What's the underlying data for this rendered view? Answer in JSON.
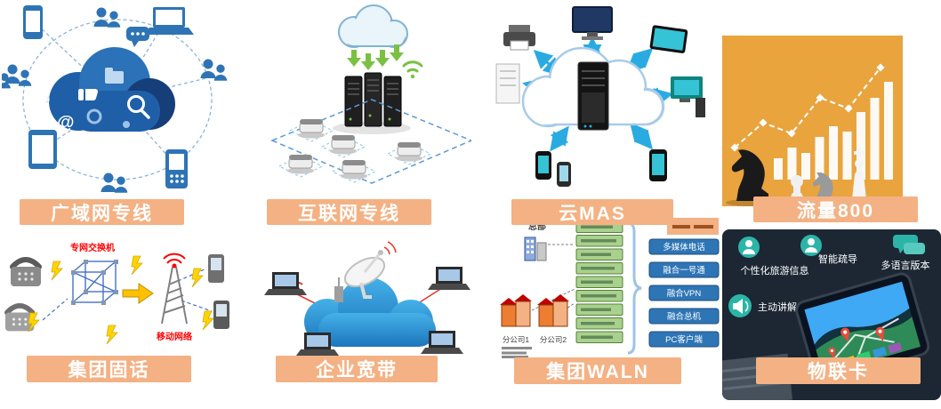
{
  "banner_style": {
    "bg": "#F4B183",
    "text_color": "#FFFFFF"
  },
  "tiles": [
    {
      "id": "wan-line",
      "label": "广域网专线"
    },
    {
      "id": "internet-line",
      "label": "互联网专线"
    },
    {
      "id": "cloud-mas",
      "label": "云MAS"
    },
    {
      "id": "traffic-800",
      "label": "流量800",
      "colors": {
        "bg": "#E9A43E",
        "bars": "#FFFFFF"
      }
    },
    {
      "id": "group-landline",
      "label": "集团固话",
      "annotations": {
        "switch": "专网交换机",
        "mobile": "移动网络"
      }
    },
    {
      "id": "enterprise-broadband",
      "label": "企业宽带"
    },
    {
      "id": "group-wlan",
      "label": "集团WALN",
      "diagram": {
        "hq": "总部",
        "branch1": "分公司1",
        "branch2": "分公司2",
        "services": [
          "多媒体电话",
          "融合一号通",
          "融合VPN",
          "融合总机",
          "PC客户端"
        ]
      }
    },
    {
      "id": "iot-card",
      "label": "物联卡",
      "colors": {
        "bg": "#1C2733",
        "accent": "#2BB5A8"
      },
      "features": [
        "个性化旅游信息",
        "智能疏导",
        "多语言版本",
        "主动讲解"
      ]
    }
  ]
}
